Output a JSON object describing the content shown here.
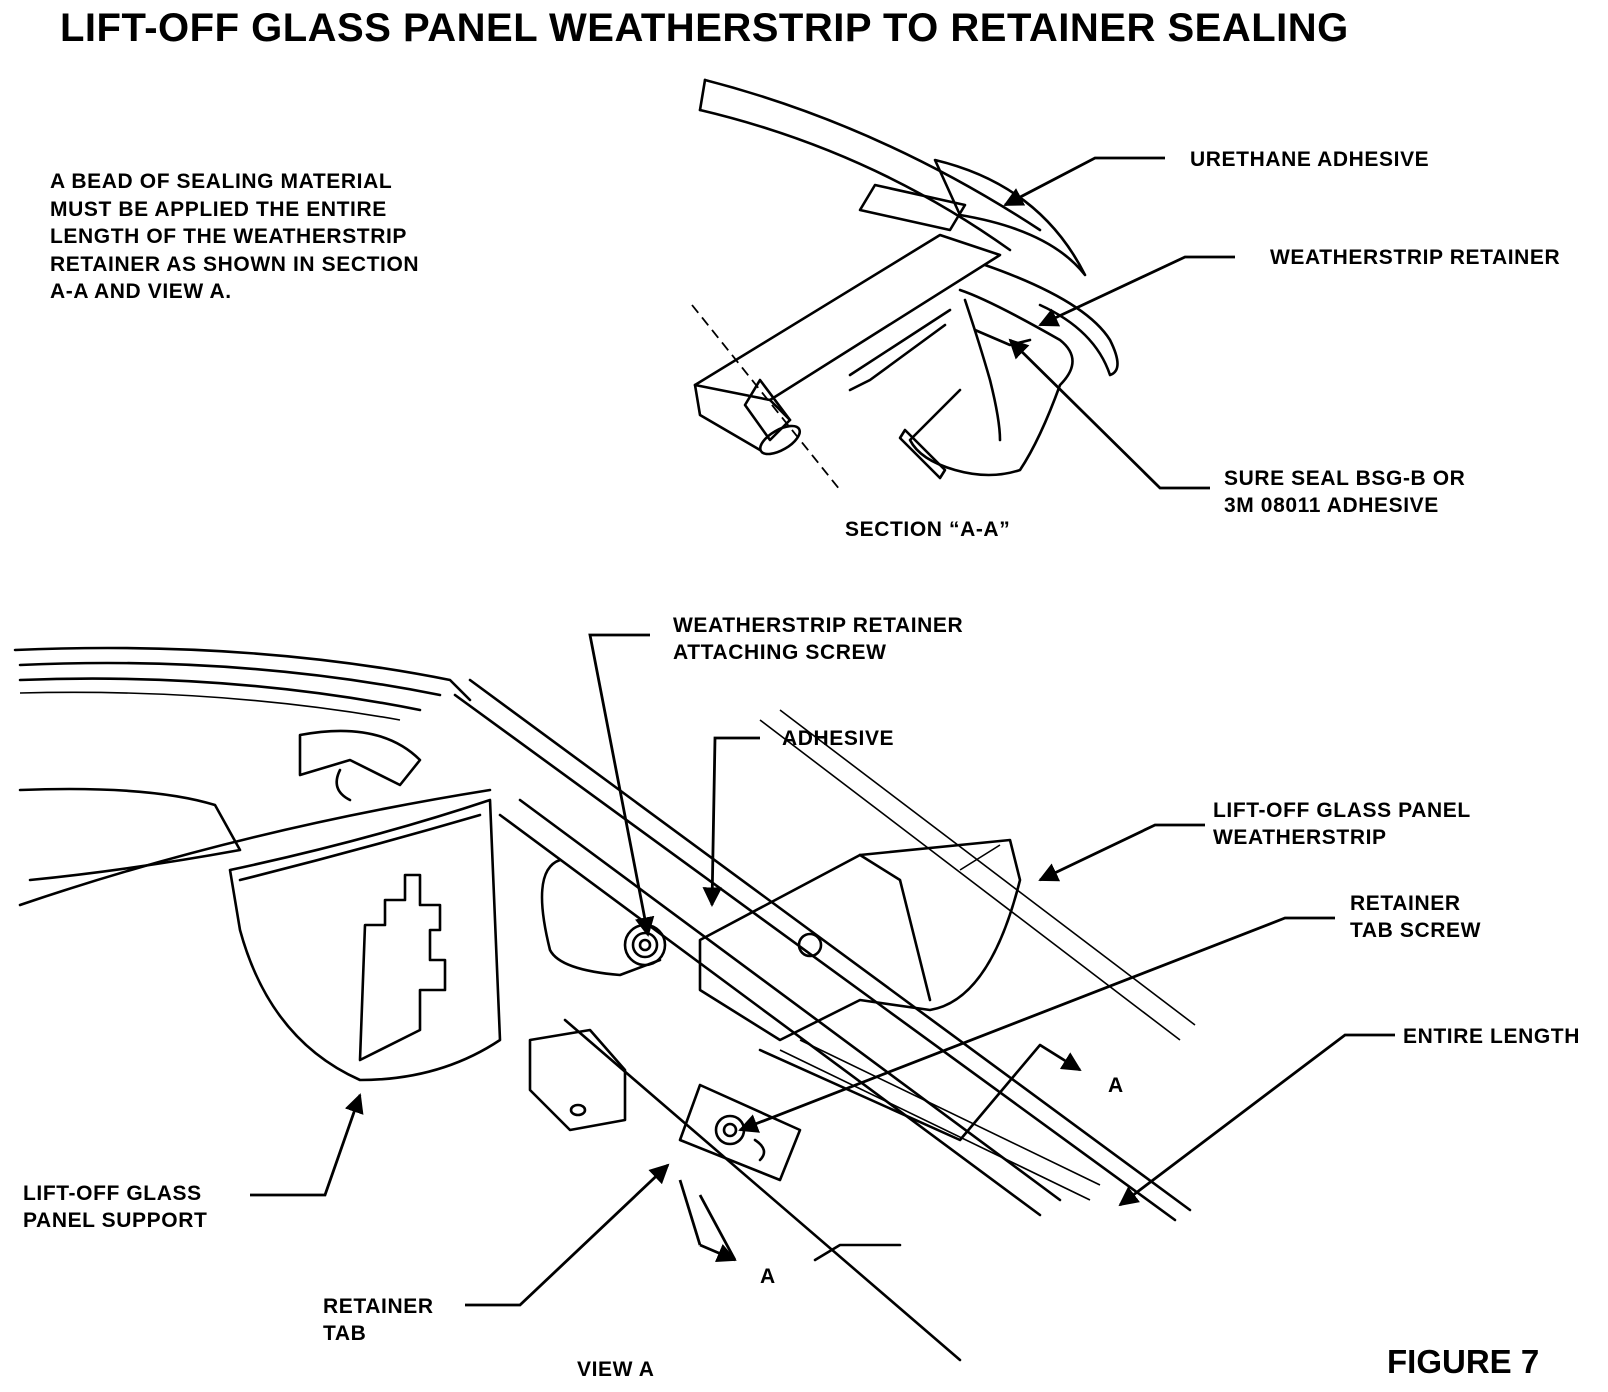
{
  "title": "LIFT-OFF GLASS PANEL WEATHERSTRIP TO RETAINER SEALING",
  "note_lines": [
    "A BEAD OF SEALING MATERIAL",
    "MUST BE APPLIED THE ENTIRE",
    "LENGTH OF THE WEATHERSTRIP",
    "RETAINER AS SHOWN IN SECTION",
    "A-A AND VIEW A."
  ],
  "section_view": {
    "caption": "SECTION “A-A”",
    "labels": {
      "urethane_adhesive": "URETHANE ADHESIVE",
      "weatherstrip_retainer": "WEATHERSTRIP RETAINER",
      "sealant_line1": "SURE SEAL BSG-B OR",
      "sealant_line2": "3M 08011 ADHESIVE"
    }
  },
  "view_a": {
    "caption": "VIEW A",
    "labels": {
      "attaching_screw_line1": "WEATHERSTRIP RETAINER",
      "attaching_screw_line2": "ATTACHING SCREW",
      "adhesive": "ADHESIVE",
      "weatherstrip_line1": "LIFT-OFF GLASS PANEL",
      "weatherstrip_line2": "WEATHERSTRIP",
      "tab_screw_line1": "RETAINER",
      "tab_screw_line2": "TAB SCREW",
      "entire_length": "ENTIRE LENGTH",
      "support_line1": "LIFT-OFF GLASS",
      "support_line2": "PANEL SUPPORT",
      "retainer_tab_line1": "RETAINER",
      "retainer_tab_line2": "TAB",
      "section_marker_upper": "A",
      "section_marker_lower": "A"
    }
  },
  "figure_label": "FIGURE 7"
}
